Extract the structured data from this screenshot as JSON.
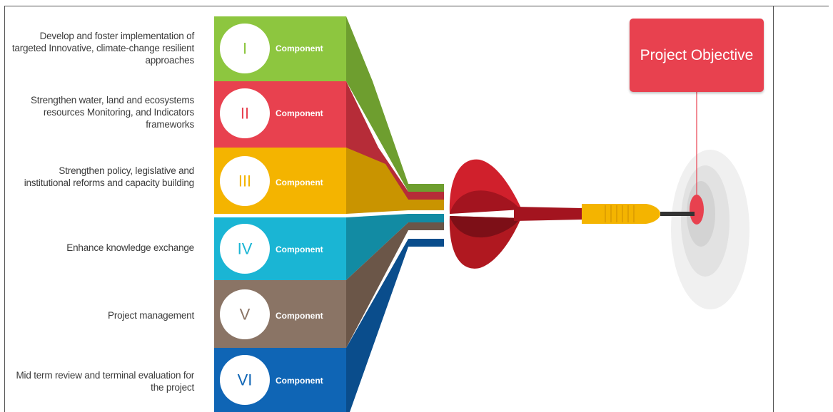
{
  "objective": {
    "label": "Project Objective"
  },
  "components": [
    {
      "roman": "I",
      "label": "Component",
      "description": "Develop and foster implementation of targeted Innovative, climate-change resilient approaches",
      "color": "#8dc63f"
    },
    {
      "roman": "II",
      "label": "Component",
      "description": "Strengthen water, land and ecosystems resources Monitoring, and Indicators frameworks",
      "color": "#e8414f"
    },
    {
      "roman": "III",
      "label": "Component",
      "description": "Strengthen policy, legislative and institutional reforms and capacity building",
      "color": "#f4b400"
    },
    {
      "roman": "IV",
      "label": "Component",
      "description": "Enhance knowledge exchange",
      "color": "#1ab5d4"
    },
    {
      "roman": "V",
      "label": "Component",
      "description": "Project management",
      "color": "#8a7465"
    },
    {
      "roman": "VI",
      "label": "Component",
      "description": "Mid term review and terminal evaluation for the project",
      "color": "#0f65b5"
    }
  ],
  "dart": {
    "flight_color": "#d0202c",
    "barrel_color": "#f4b400",
    "target_color": "#e8414f"
  }
}
